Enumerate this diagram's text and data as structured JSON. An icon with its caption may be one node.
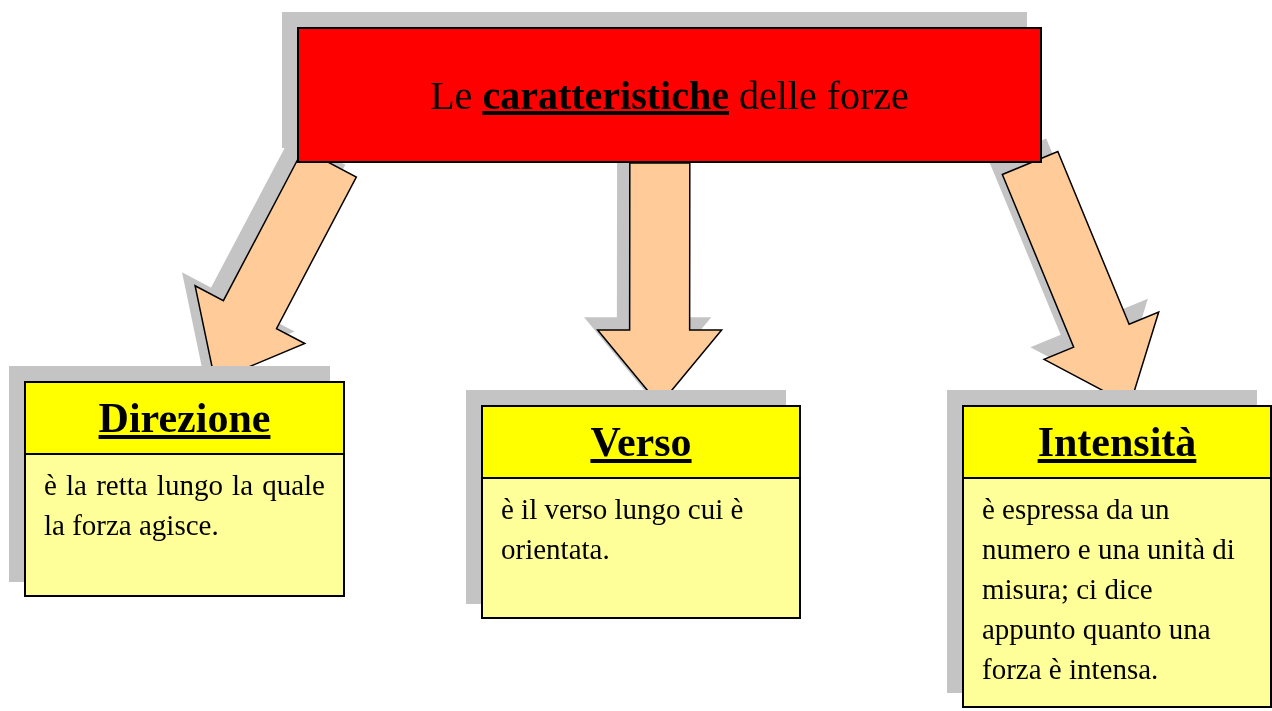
{
  "diagram": {
    "nodes": [
      {
        "text": [
          "Le **caratteristiche** delle forze"
        ]
      },
      {
        "text": [
          "Direzione",
          "è la retta lungo la quale la forza agisce."
        ]
      },
      {
        "text": [
          "Verso",
          "è il verso lungo cui è orientata."
        ]
      },
      {
        "text": [
          "Intensità",
          "è espressa da un numero e una unità di misura; ci dice appunto quanto una forza è intensa."
        ]
      }
    ],
    "edges": [
      {
        "from": 0,
        "to": 1,
        "arrow": "to"
      },
      {
        "from": 0,
        "to": 2,
        "arrow": "to"
      },
      {
        "from": 0,
        "to": 3,
        "arrow": "to"
      }
    ]
  }
}
